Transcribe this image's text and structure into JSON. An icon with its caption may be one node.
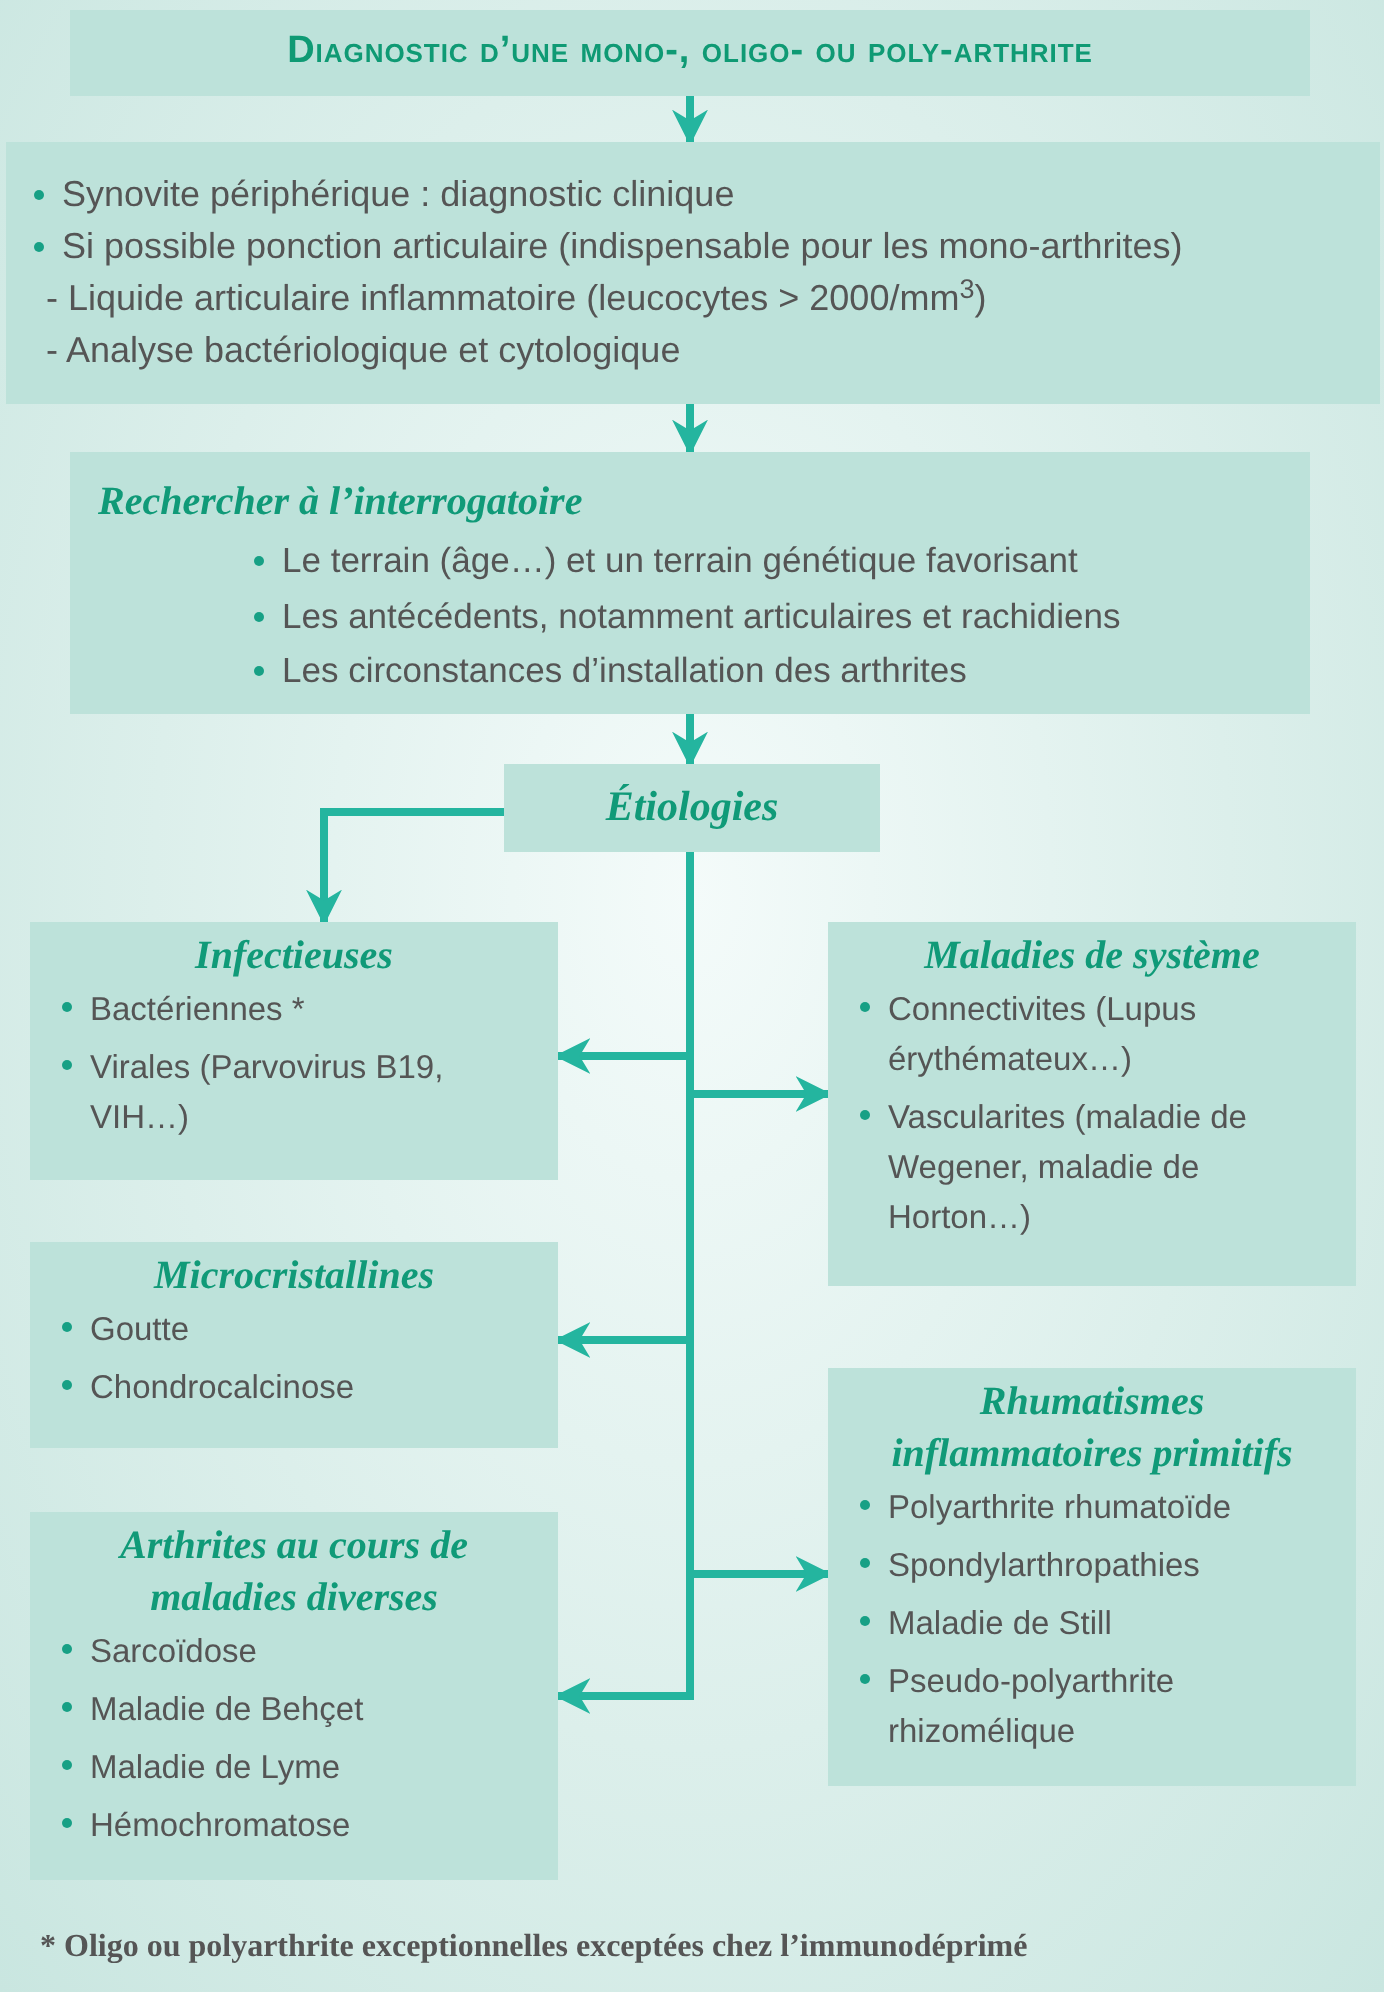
{
  "diagram": {
    "nodes": [
      {
        "text": [
          "Diagnostic d’une mono-, oligo- ou poly-arthrite"
        ]
      },
      {
        "text": [
          "Synovite périphérique : diagnostic clinique",
          "Si possible ponction articulaire (indispensable pour les mono-arthrites)",
          "- Liquide articulaire inflammatoire (leucocytes > 2000/mm$^{3}$)",
          "- Analyse bactériologique et cytologique"
        ]
      },
      {
        "text": [
          "Rechercher à l’interrogatoire",
          "Le terrain (âge…) et un terrain génétique favorisant",
          "Les antécédents, notamment articulaires et rachidiens",
          "Les circonstances d’installation des arthrites"
        ]
      },
      {
        "text": [
          "Étiologies"
        ]
      },
      {
        "text": [
          "Infectieuses",
          "Bactériennes *",
          "Virales (Parvovirus B19, VIH…)"
        ]
      },
      {
        "text": [
          "Maladies de système",
          "Connectivites (Lupus érythémateux…)",
          "Vascularites (maladie de Wegener, maladie de Horton…)"
        ]
      },
      {
        "text": [
          "Microcristallines",
          "Goutte",
          "Chondrocalcinose"
        ]
      },
      {
        "text": [
          "Rhumatismes inflammatoires primitifs",
          "Polyarthrite rhumatoïde",
          "Spondylarthropathies",
          "Maladie de Still",
          "Pseudo-polyarthrite rhizomélique"
        ]
      },
      {
        "text": [
          "Arthrites au cours de maladies diverses",
          "Sarcoïdose",
          "Maladie de Behçet",
          "Maladie de Lyme",
          "Hémochromatose"
        ]
      }
    ],
    "edges": [
      {
        "from": 0,
        "to": 1,
        "arrow": "to"
      },
      {
        "from": 1,
        "to": 2,
        "arrow": "to"
      },
      {
        "from": 2,
        "to": 3,
        "arrow": "to"
      },
      {
        "from": 3,
        "to": 4,
        "arrow": "to"
      },
      {
        "from": 3,
        "to": 4,
        "arrow": "to"
      },
      {
        "from": 3,
        "to": 5,
        "arrow": "to"
      },
      {
        "from": 3,
        "to": 6,
        "arrow": "to"
      },
      {
        "from": 3,
        "to": 7,
        "arrow": "to"
      },
      {
        "from": 3,
        "to": 8,
        "arrow": "to"
      }
    ],
    "labels": [
      "* Oligo ou polyarthrite exceptionnelles exceptées chez l’immunodéprimé"
    ]
  }
}
